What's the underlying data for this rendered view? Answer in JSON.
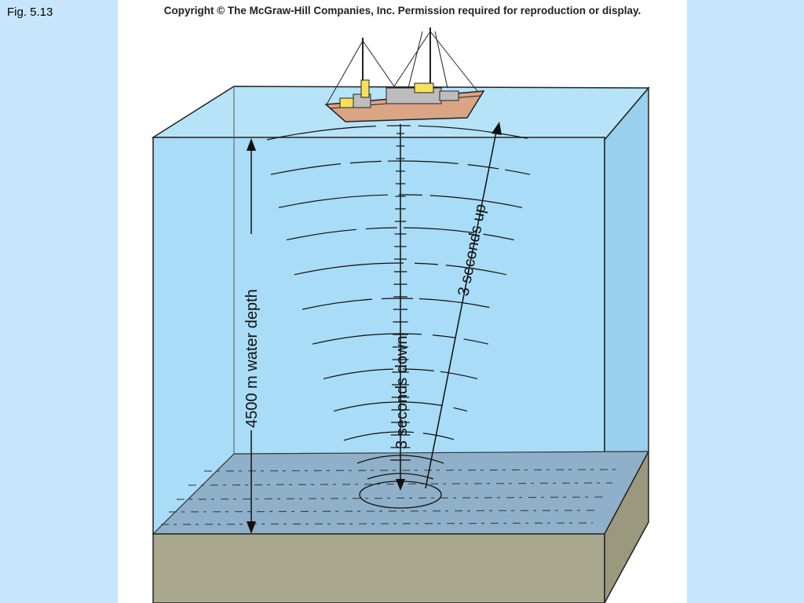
{
  "figure_label": "Fig. 5.13",
  "copyright": "Copyright © The McGraw-Hill Companies, Inc. Permission required for reproduction or display.",
  "labels": {
    "depth": "4500 m water depth",
    "down": "3 seconds down",
    "up": "3 seconds up"
  },
  "colors": {
    "page_background": "#c7e6fb",
    "water": "#a9dcf6",
    "seafloor_top": "#8fb0c8",
    "sediment": "#a9a88e",
    "hull": "#d9a585",
    "cabin_yellow": "#f5e25a",
    "cabin_gray": "#bdbdbd"
  },
  "icons": [
    "ship-icon",
    "sound-wave-icon",
    "arrow-down-icon",
    "arrow-up-icon"
  ]
}
